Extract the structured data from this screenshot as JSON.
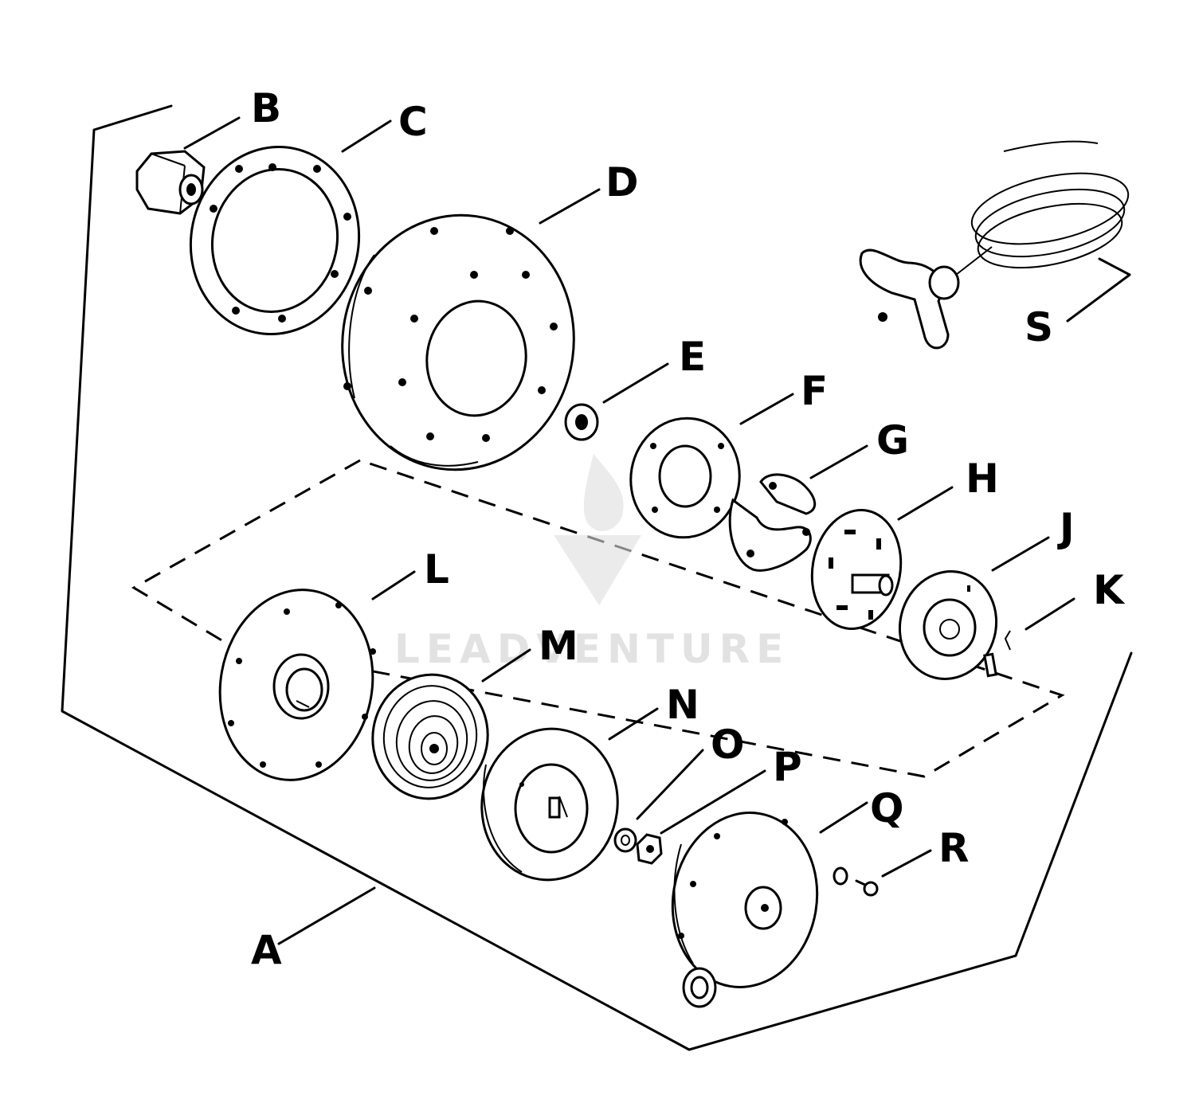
{
  "labels": {
    "A": "A",
    "B": "B",
    "C": "C",
    "D": "D",
    "E": "E",
    "F": "F",
    "G": "G",
    "H": "H",
    "J": "J",
    "K": "K",
    "L": "L",
    "M": "M",
    "N": "N",
    "O": "O",
    "P": "P",
    "Q": "Q",
    "R": "R",
    "S": "S"
  },
  "watermark": {
    "text": "LEADVENTURE"
  },
  "colors": {
    "ink": "#000000",
    "paper": "#ffffff",
    "watermark": "#cfcfcf"
  }
}
